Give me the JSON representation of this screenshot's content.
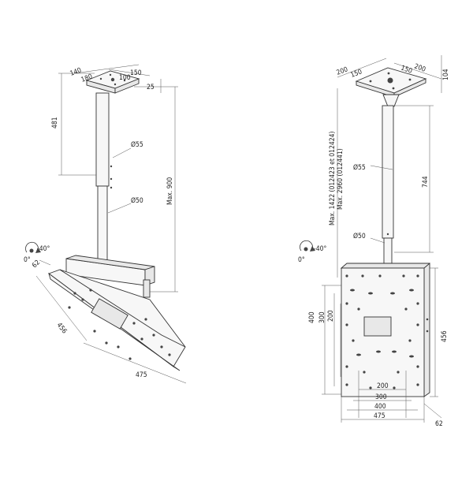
{
  "left_view": {
    "dims": {
      "top_140": "140",
      "top_150": "150",
      "top_180": "180",
      "top_100": "100",
      "plate_25": "25",
      "tube_481": "481",
      "max_900": "Max. 900",
      "d55": "Ø55",
      "d50": "Ø50",
      "tilt_min": "0°",
      "tilt_max": "-40°",
      "depth_62": "62",
      "height_456": "456",
      "width_475": "475"
    }
  },
  "right_view": {
    "dims": {
      "top_200_left": "200",
      "top_150": "150",
      "top_150_b": "150",
      "top_200_right": "200",
      "plate_104": "104",
      "max_1422": "Max. 1422 (012423 et 012424)",
      "max_2960": "Max. 2960 (012441)",
      "d55": "Ø55",
      "d50": "Ø50",
      "tube_744": "744",
      "tilt_min": "0°",
      "tilt_max": "-40°",
      "v400": "400",
      "v300": "300",
      "v200": "200",
      "h200": "200",
      "h300": "300",
      "h400": "400",
      "h475": "475",
      "height_456": "456",
      "depth_62": "62"
    }
  }
}
